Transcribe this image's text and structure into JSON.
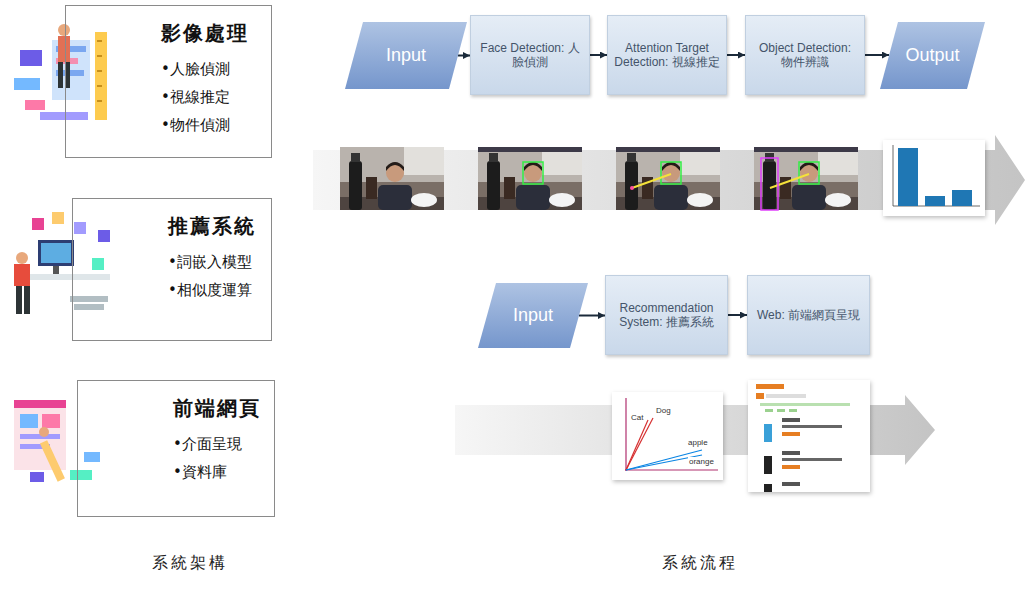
{
  "diagram": {
    "nodes": [
      {
        "text": [
          "影像處理",
          "•人臉偵測",
          "•視線推定",
          "•物件偵測"
        ]
      },
      {
        "text": [
          "推薦系統",
          "•詞嵌入模型",
          "•相似度運算"
        ]
      },
      {
        "text": [
          "前端網頁",
          "•介面呈現",
          "•資料庫"
        ]
      },
      {
        "text": [
          "Input"
        ]
      },
      {
        "text": [
          "Face Detection: 人臉偵測"
        ]
      },
      {
        "text": [
          "Attention Target Detection: 視線推定"
        ]
      },
      {
        "text": [
          "Object Detection: 物件辨識"
        ]
      },
      {
        "text": [
          "Output"
        ]
      },
      {
        "text": [
          "Input"
        ]
      },
      {
        "text": [
          "Recommendation System: 推薦系統"
        ]
      },
      {
        "text": [
          "Web: 前端網頁呈現"
        ]
      }
    ],
    "edges": [
      {
        "from": 3,
        "to": 4,
        "arrow": "to"
      },
      {
        "from": 4,
        "to": 5,
        "arrow": "to"
      },
      {
        "from": 5,
        "to": 6,
        "arrow": "to"
      },
      {
        "from": 6,
        "to": 7,
        "arrow": "to"
      },
      {
        "from": 8,
        "to": 9,
        "arrow": "to"
      },
      {
        "from": 9,
        "to": 10,
        "arrow": "to"
      }
    ],
    "labels": [
      "Cat",
      "Dog",
      "apple",
      "orange",
      "系統架構",
      "系統流程"
    ]
  }
}
